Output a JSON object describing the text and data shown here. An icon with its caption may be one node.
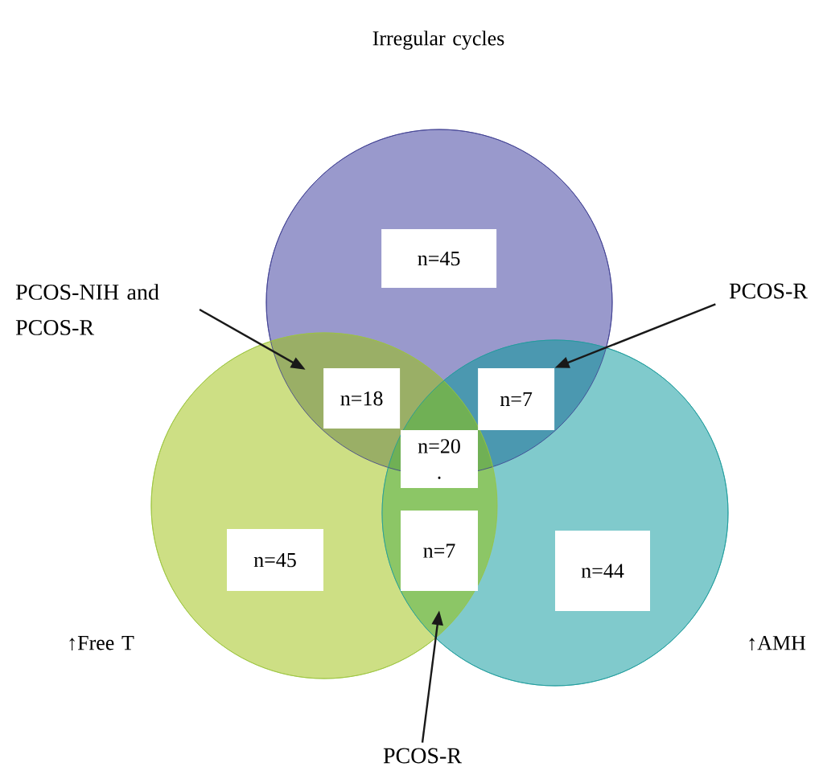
{
  "diagram": {
    "nodes": [
      {
        "text": [
          "Irregular cycles"
        ]
      },
      {
        "text": [
          "↑Free T"
        ]
      },
      {
        "text": [
          "↑AMH"
        ]
      },
      {
        "text": [
          "n=45"
        ],
        "in": 0
      },
      {
        "text": [
          "n=18"
        ]
      },
      {
        "text": [
          "n=7"
        ]
      },
      {
        "text": [
          "n=20",
          "."
        ]
      },
      {
        "text": [
          "n=45"
        ],
        "in": 1
      },
      {
        "text": [
          "n=7"
        ]
      },
      {
        "text": [
          "n=44"
        ],
        "in": 2
      },
      {
        "text": [
          "PCOS-NIH and PCOS-R"
        ]
      },
      {
        "text": [
          "PCOS-R"
        ]
      },
      {
        "text": [
          "PCOS-R"
        ]
      }
    ],
    "edges": [
      {
        "from": 10,
        "to": 4,
        "arrow": "to"
      },
      {
        "from": 11,
        "to": 5,
        "arrow": "to"
      },
      {
        "from": 12,
        "to": 8,
        "arrow": "to"
      }
    ]
  }
}
